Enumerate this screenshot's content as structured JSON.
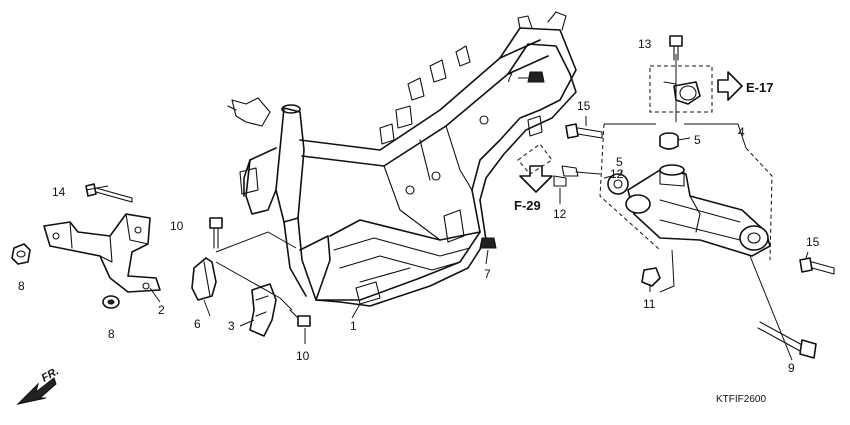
{
  "parts": [
    {
      "id": "1",
      "label": "1"
    },
    {
      "id": "2",
      "label": "2"
    },
    {
      "id": "3",
      "label": "3"
    },
    {
      "id": "4",
      "label": "4"
    },
    {
      "id": "5a",
      "label": "5"
    },
    {
      "id": "5b",
      "label": "5"
    },
    {
      "id": "6",
      "label": "6"
    },
    {
      "id": "7a",
      "label": "7"
    },
    {
      "id": "7b",
      "label": "7"
    },
    {
      "id": "8a",
      "label": "8"
    },
    {
      "id": "8b",
      "label": "8"
    },
    {
      "id": "9",
      "label": "9"
    },
    {
      "id": "10a",
      "label": "10"
    },
    {
      "id": "10b",
      "label": "10"
    },
    {
      "id": "11",
      "label": "11"
    },
    {
      "id": "12a",
      "label": "12"
    },
    {
      "id": "12b",
      "label": "12"
    },
    {
      "id": "13",
      "label": "13"
    },
    {
      "id": "14",
      "label": "14"
    },
    {
      "id": "15a",
      "label": "15"
    },
    {
      "id": "15b",
      "label": "15"
    }
  ],
  "references": {
    "e17": "E-17",
    "f29": "F-29"
  },
  "direction_label": "FR.",
  "diagram_code": "KTFIF2600"
}
